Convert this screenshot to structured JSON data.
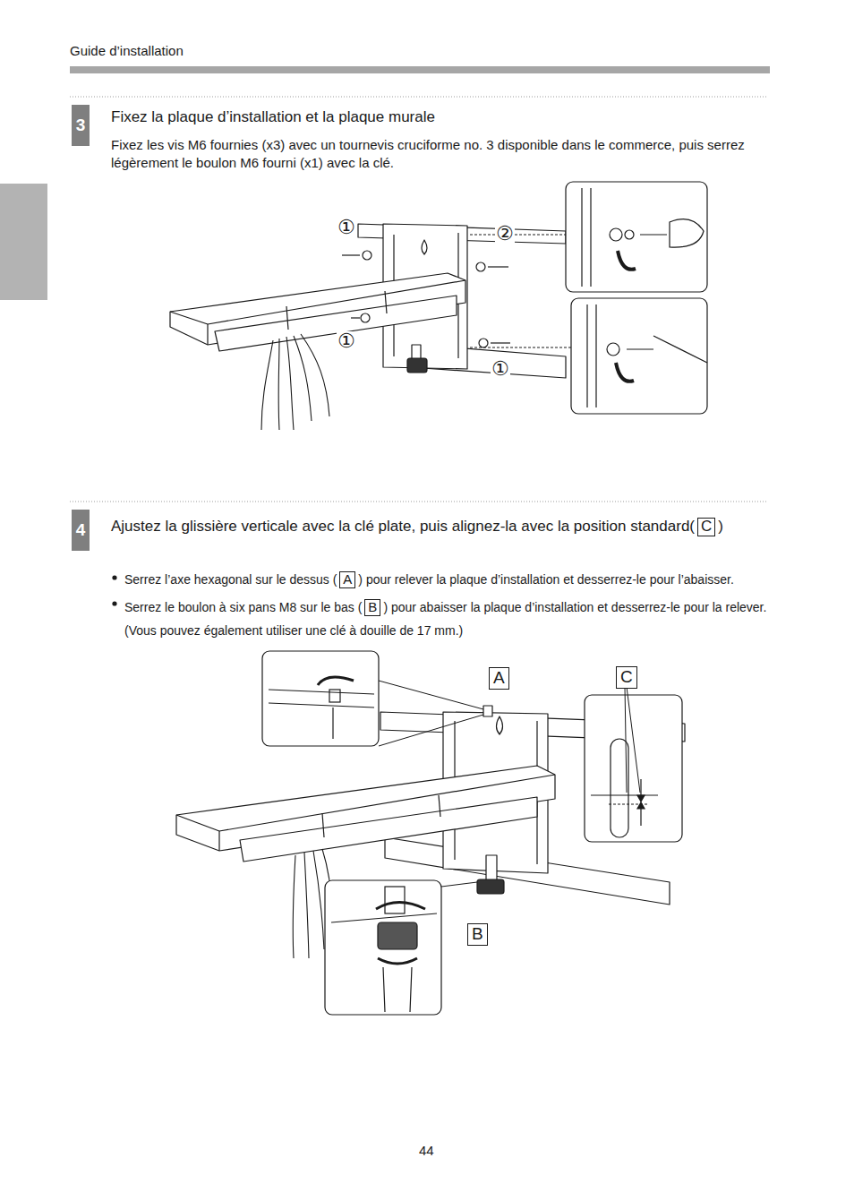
{
  "diagram": {
    "nodes": [
      {
        "text": [
          "3"
        ]
      },
      {
        "text": [
          "4"
        ]
      },
      {
        "text": [
          "C"
        ]
      },
      {
        "text": [
          "A"
        ]
      },
      {
        "text": [
          "B"
        ]
      },
      {
        "text": [
          "A"
        ]
      },
      {
        "text": [
          "C"
        ]
      },
      {
        "text": [
          "B"
        ]
      }
    ],
    "labels": [
      "Guide d’installation",
      "Fixez la plaque d’installation et la plaque murale",
      "Fixez les vis M6 fournies (x3) avec un tournevis cruciforme no. 3 disponible dans le commerce, puis serrez légèrement le boulon M6 fourni (x1) avec la clé.",
      "①",
      "②",
      "①",
      "①",
      "Ajustez la glissière verticale avec la clé plate, puis alignez-la avec la position standard",
      "(",
      ")",
      "Serrez l’axe hexagonal sur le dessus (",
      ") pour relever la plaque d’installation et desserrez-le pour l’abaisser.",
      "Serrez le boulon à six pans M8 sur le bas (",
      ") pour abaisser la plaque d’installation et desserrez-le pour la relever. (Vous pouvez également utiliser une clé à douille de 17 mm.)",
      "44"
    ]
  }
}
